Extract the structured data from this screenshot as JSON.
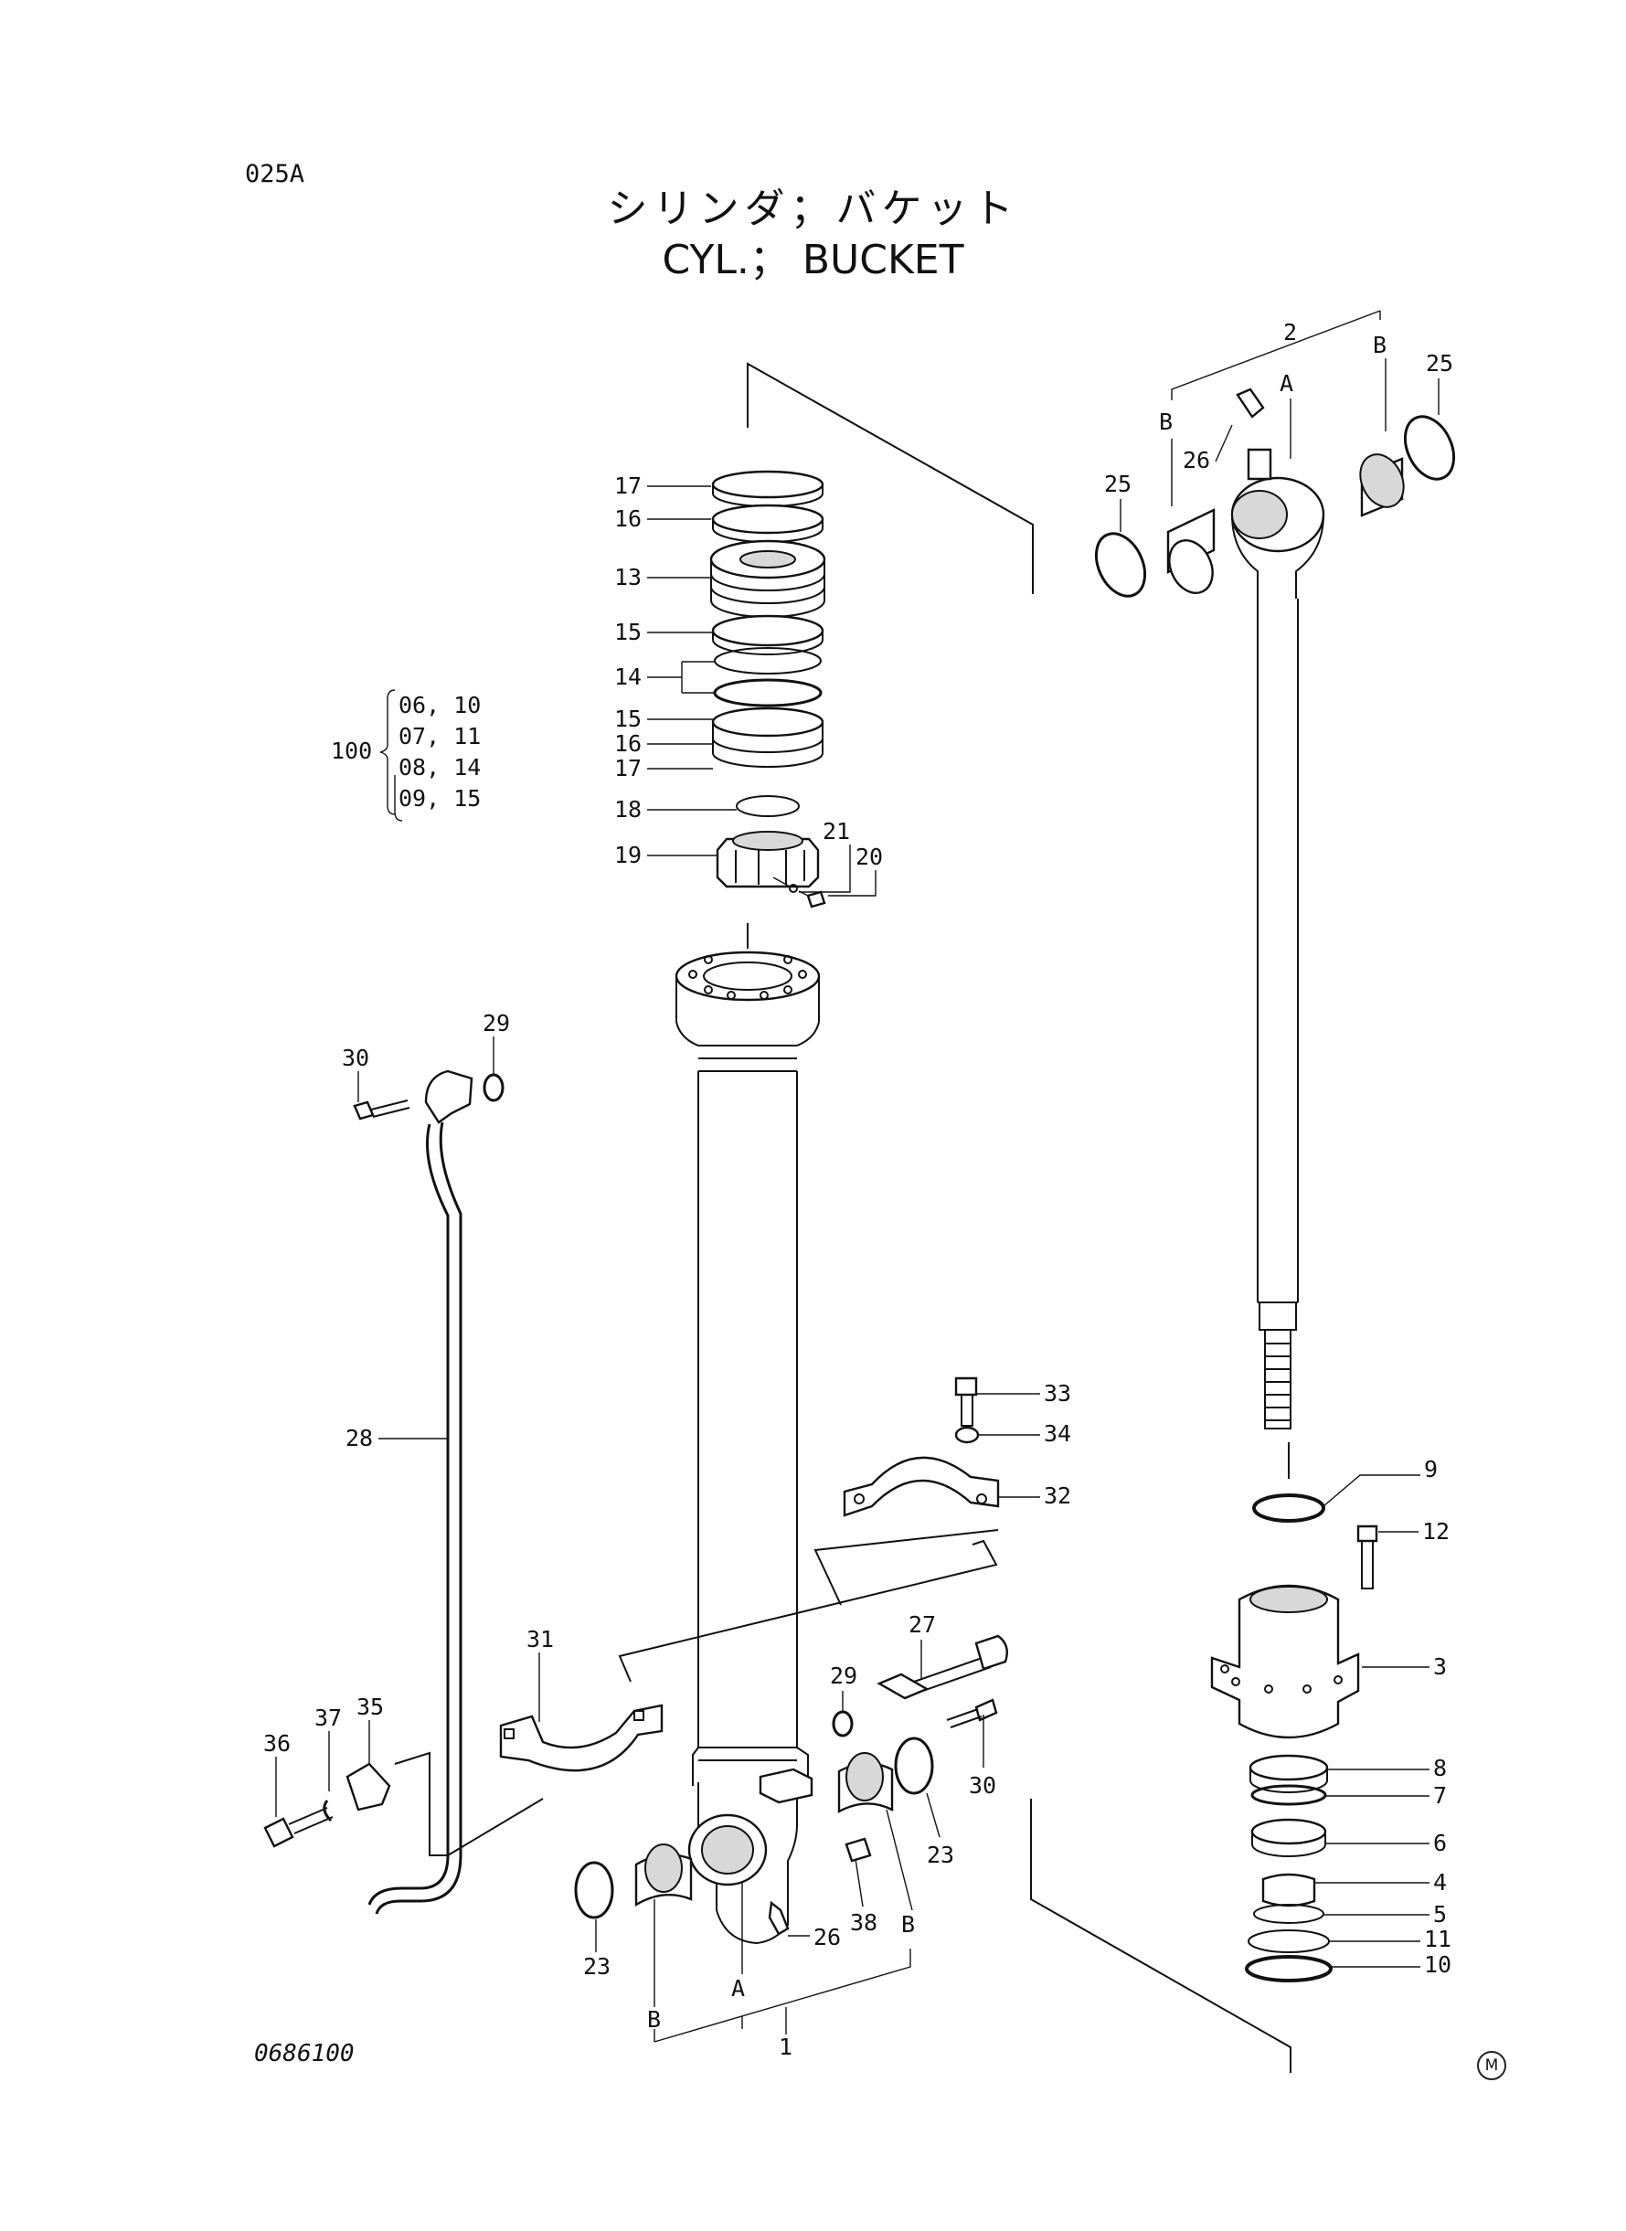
{
  "header": {
    "page_code": "025A",
    "title_jp": "シリンダ；バケット",
    "title_en": "CYL.； BUCKET"
  },
  "footer": {
    "drawing_number": "0686100",
    "mark": "M"
  },
  "kit": {
    "label": "100",
    "lines": [
      "06, 10",
      "07, 11",
      "08, 14",
      "09, 15"
    ]
  },
  "callouts": [
    "17",
    "16",
    "13",
    "15",
    "14",
    "15",
    "16",
    "17",
    "18",
    "19",
    "21",
    "20",
    "29",
    "30",
    "28",
    "31",
    "35",
    "37",
    "36",
    "33",
    "34",
    "32",
    "27",
    "29",
    "30",
    "23",
    "23",
    "38",
    "26",
    "2",
    "B",
    "A",
    "B",
    "26",
    "25",
    "25",
    "9",
    "12",
    "3",
    "8",
    "7",
    "6",
    "4",
    "5",
    "11",
    "10",
    "A",
    "B",
    "1",
    "B"
  ]
}
